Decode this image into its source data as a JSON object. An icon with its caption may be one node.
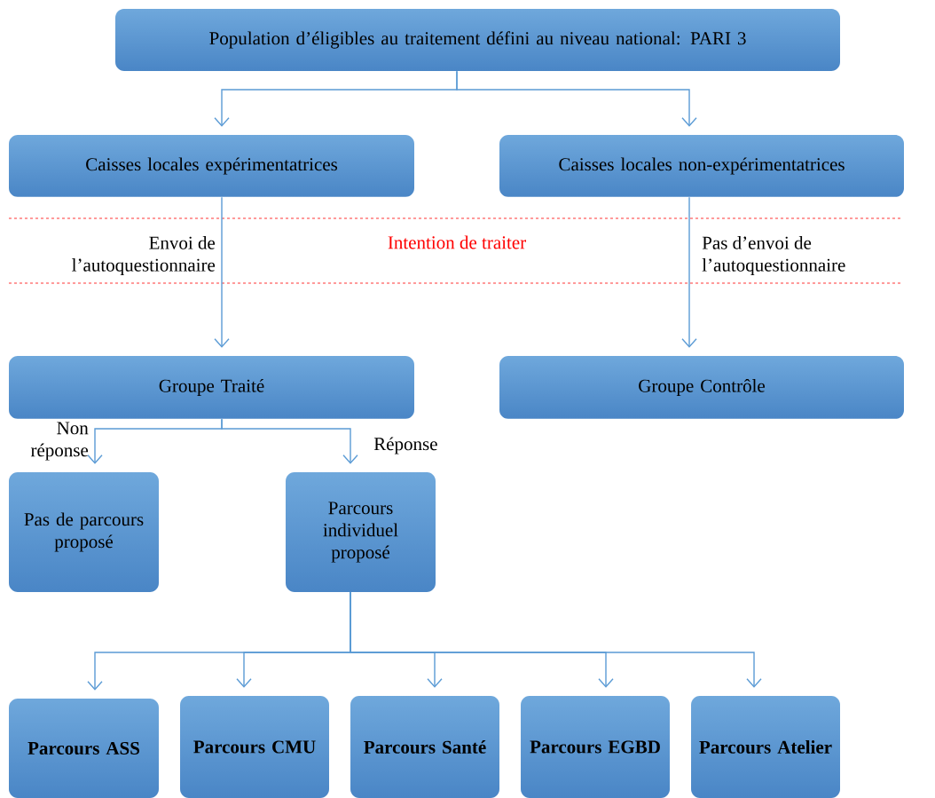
{
  "diagram": {
    "nodes": [
      {
        "text": [
          "Population d’éligibles au traitement défini au niveau national: PARI 3"
        ]
      },
      {
        "text": [
          "Caisses locales expérimentatrices"
        ]
      },
      {
        "text": [
          "Caisses locales non-expérimentatrices"
        ]
      },
      {
        "text": [
          "Groupe Traité"
        ]
      },
      {
        "text": [
          "Groupe Contrôle"
        ]
      },
      {
        "text": [
          "Pas de parcours proposé"
        ]
      },
      {
        "text": [
          "Parcours individuel proposé"
        ]
      },
      {
        "text": [
          "Parcours ASS"
        ]
      },
      {
        "text": [
          "Parcours CMU"
        ]
      },
      {
        "text": [
          "Parcours Santé"
        ]
      },
      {
        "text": [
          "Parcours EGBD"
        ]
      },
      {
        "text": [
          "Parcours Atelier"
        ]
      }
    ],
    "edges": [
      {
        "from": 0,
        "to": 1,
        "arrow": "to"
      },
      {
        "from": 0,
        "to": 2,
        "arrow": "to"
      },
      {
        "from": 1,
        "to": 3,
        "arrow": "to",
        "label": "Envoi de l’autoquestionnaire"
      },
      {
        "from": 2,
        "to": 4,
        "arrow": "to",
        "label": "Pas d’envoi de l’autoquestionnaire"
      },
      {
        "from": 3,
        "to": 5,
        "arrow": "to",
        "label": "Non réponse"
      },
      {
        "from": 3,
        "to": 6,
        "arrow": "to",
        "label": "Réponse"
      },
      {
        "from": 6,
        "to": 7,
        "arrow": "to"
      },
      {
        "from": 6,
        "to": 8,
        "arrow": "to"
      },
      {
        "from": 6,
        "to": 9,
        "arrow": "to"
      },
      {
        "from": 6,
        "to": 10,
        "arrow": "to"
      },
      {
        "from": 6,
        "to": 11,
        "arrow": "to"
      }
    ],
    "labels": [
      "Intention de traiter"
    ]
  }
}
